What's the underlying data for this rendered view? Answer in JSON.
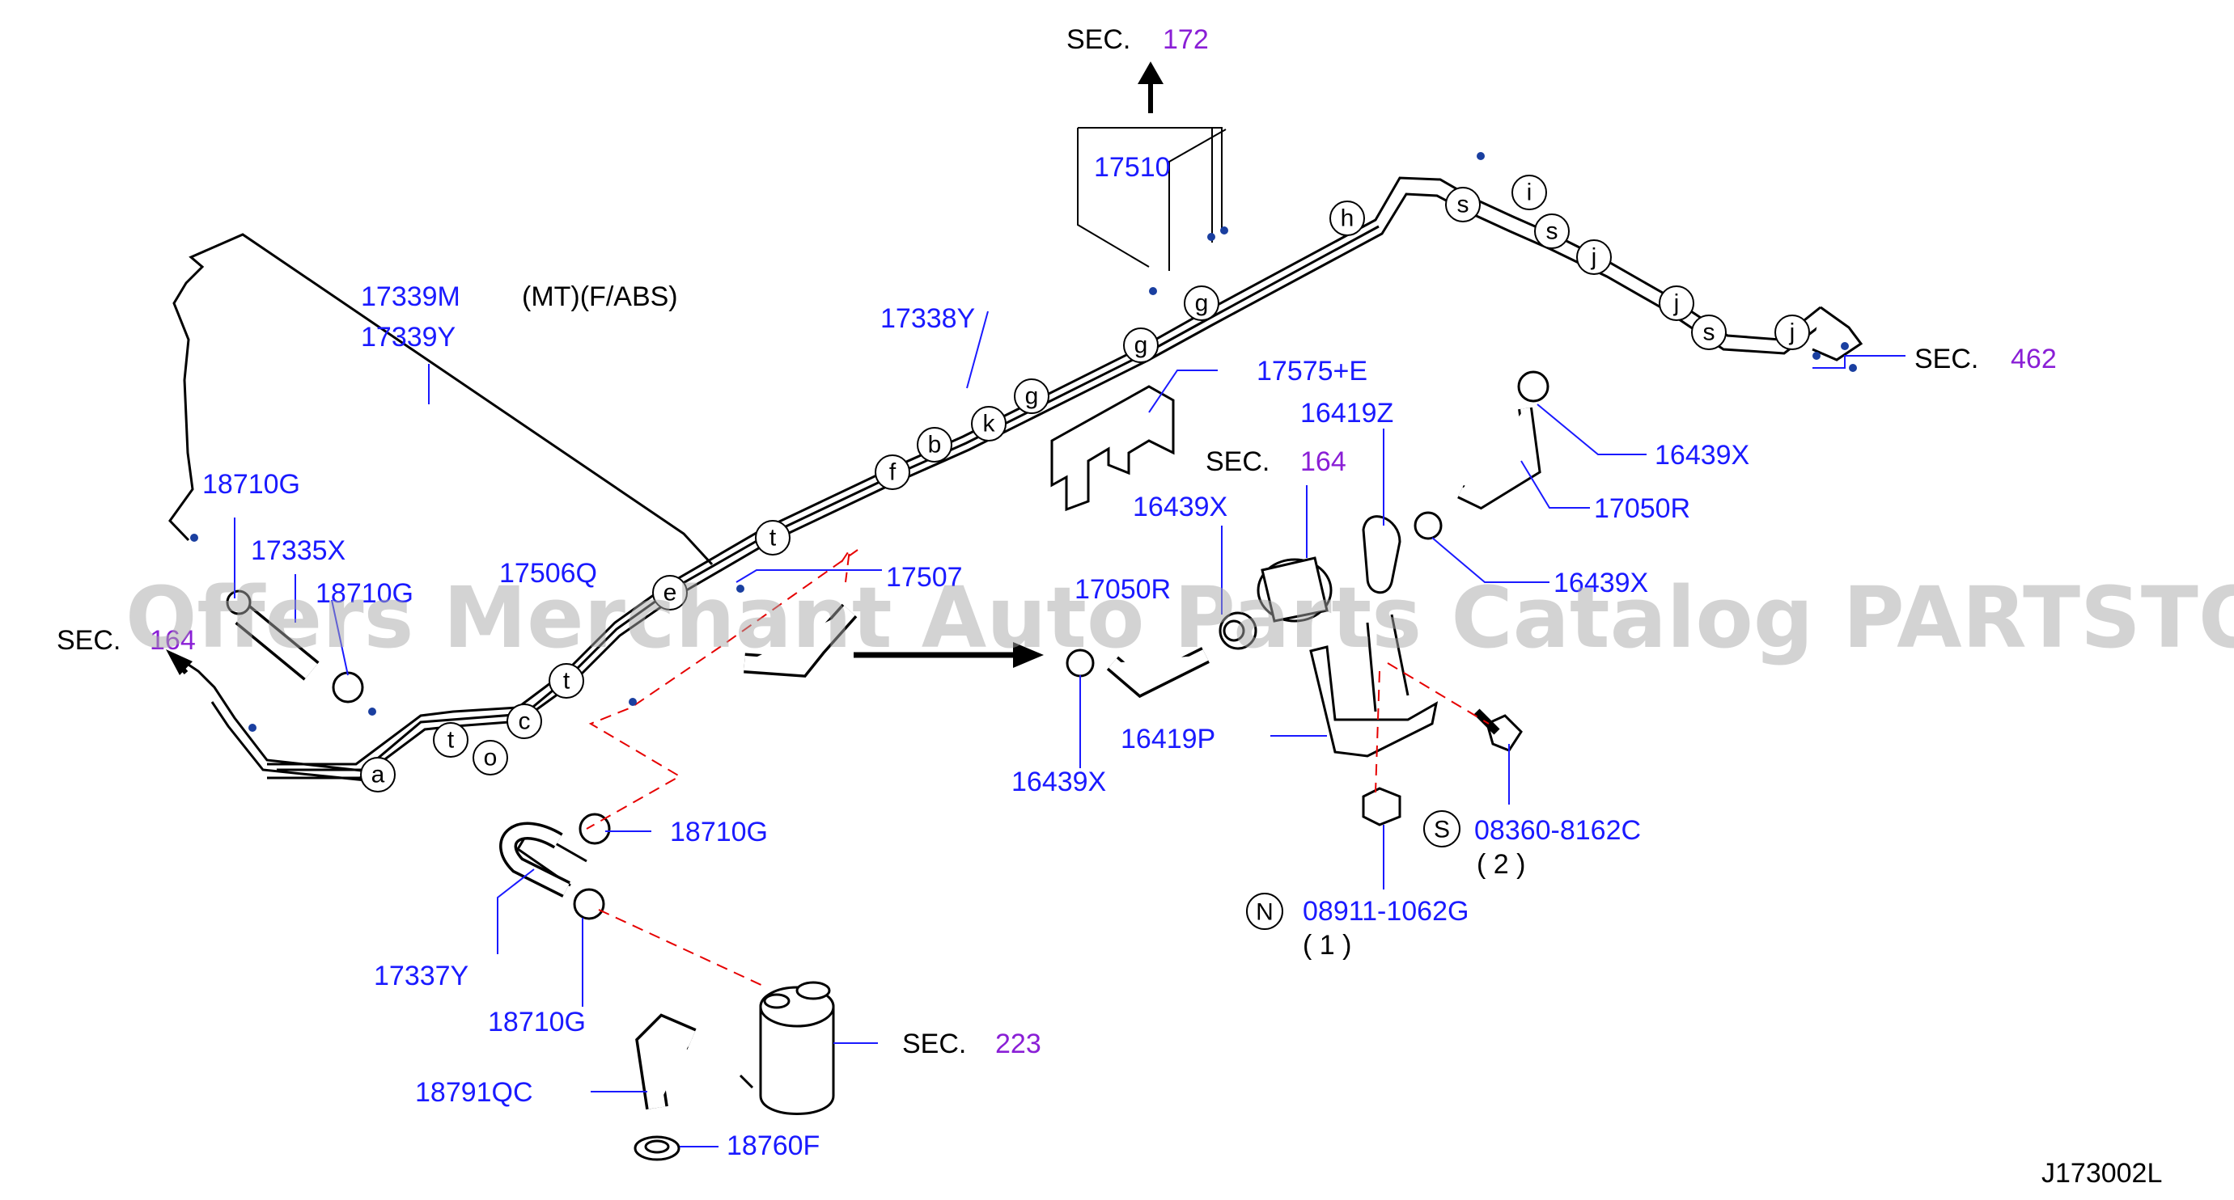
{
  "watermark": "Offers Merchant Auto Parts Catalog PARTSTORE.SA",
  "diagram_code": "J173002L",
  "note": "(MT)(F/ABS)",
  "sections": [
    {
      "prefix": "SEC.",
      "number": "172"
    },
    {
      "prefix": "SEC.",
      "number": "462"
    },
    {
      "prefix": "SEC.",
      "number": "164"
    },
    {
      "prefix": "SEC.",
      "number": "164"
    },
    {
      "prefix": "SEC.",
      "number": "223"
    }
  ],
  "parts": [
    "17510",
    "17339M",
    "17339Y",
    "17338Y",
    "17575+E",
    "16419Z",
    "16439X",
    "17050R",
    "16439X",
    "18710G",
    "17335X",
    "18710G",
    "17506Q",
    "17507",
    "16439X",
    "17050R",
    "16419P",
    "16439X",
    "18710G",
    "17337Y",
    "18710G",
    "18791QC",
    "18760F",
    "08360-8162C",
    "08911-1062G"
  ],
  "quantities": [
    "( 2 )",
    "( 1 )"
  ],
  "symbols": [
    "S",
    "N"
  ],
  "callouts": [
    "a",
    "t",
    "o",
    "c",
    "t",
    "e",
    "t",
    "f",
    "b",
    "k",
    "g",
    "g",
    "g",
    "h",
    "s",
    "i",
    "s",
    "j",
    "j",
    "s",
    "j"
  ],
  "colors": {
    "part_number": "#1a1aff",
    "section_number": "#8a1fd6",
    "line": "#000000",
    "dashed": "#e60000"
  }
}
